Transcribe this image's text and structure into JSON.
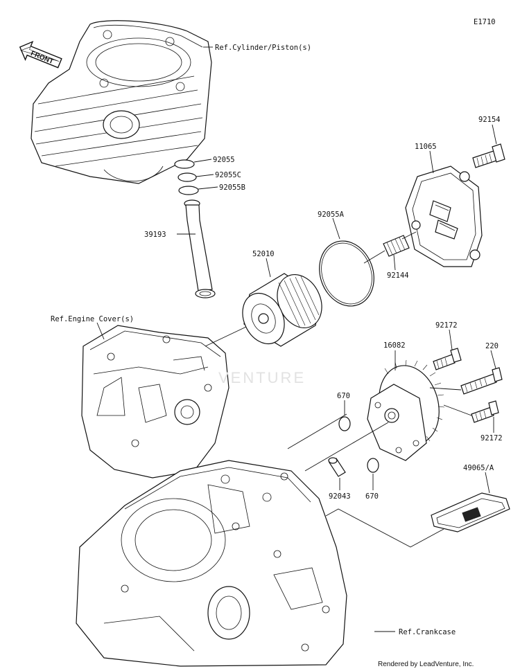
{
  "diagram_code": "E1710",
  "front_label": "FRONT",
  "watermark": "VENTURE",
  "footer": "Rendered by LeadVenture, Inc.",
  "refs": {
    "cylinder": "Ref.Cylinder/Piston(s)",
    "engine_cover": "Ref.Engine Cover(s)",
    "crankcase": "Ref.Crankcase"
  },
  "parts": {
    "p92154": "92154",
    "p11065": "11065",
    "p92055": "92055",
    "p92055C": "92055C",
    "p92055B": "92055B",
    "p92055A": "92055A",
    "p39193": "39193",
    "p52010": "52010",
    "p92144": "92144",
    "p92172_top": "92172",
    "p16082": "16082",
    "p220": "220",
    "p670_left": "670",
    "p92172_right": "92172",
    "p92043": "92043",
    "p670_bottom": "670",
    "p49065": "49065/A"
  }
}
